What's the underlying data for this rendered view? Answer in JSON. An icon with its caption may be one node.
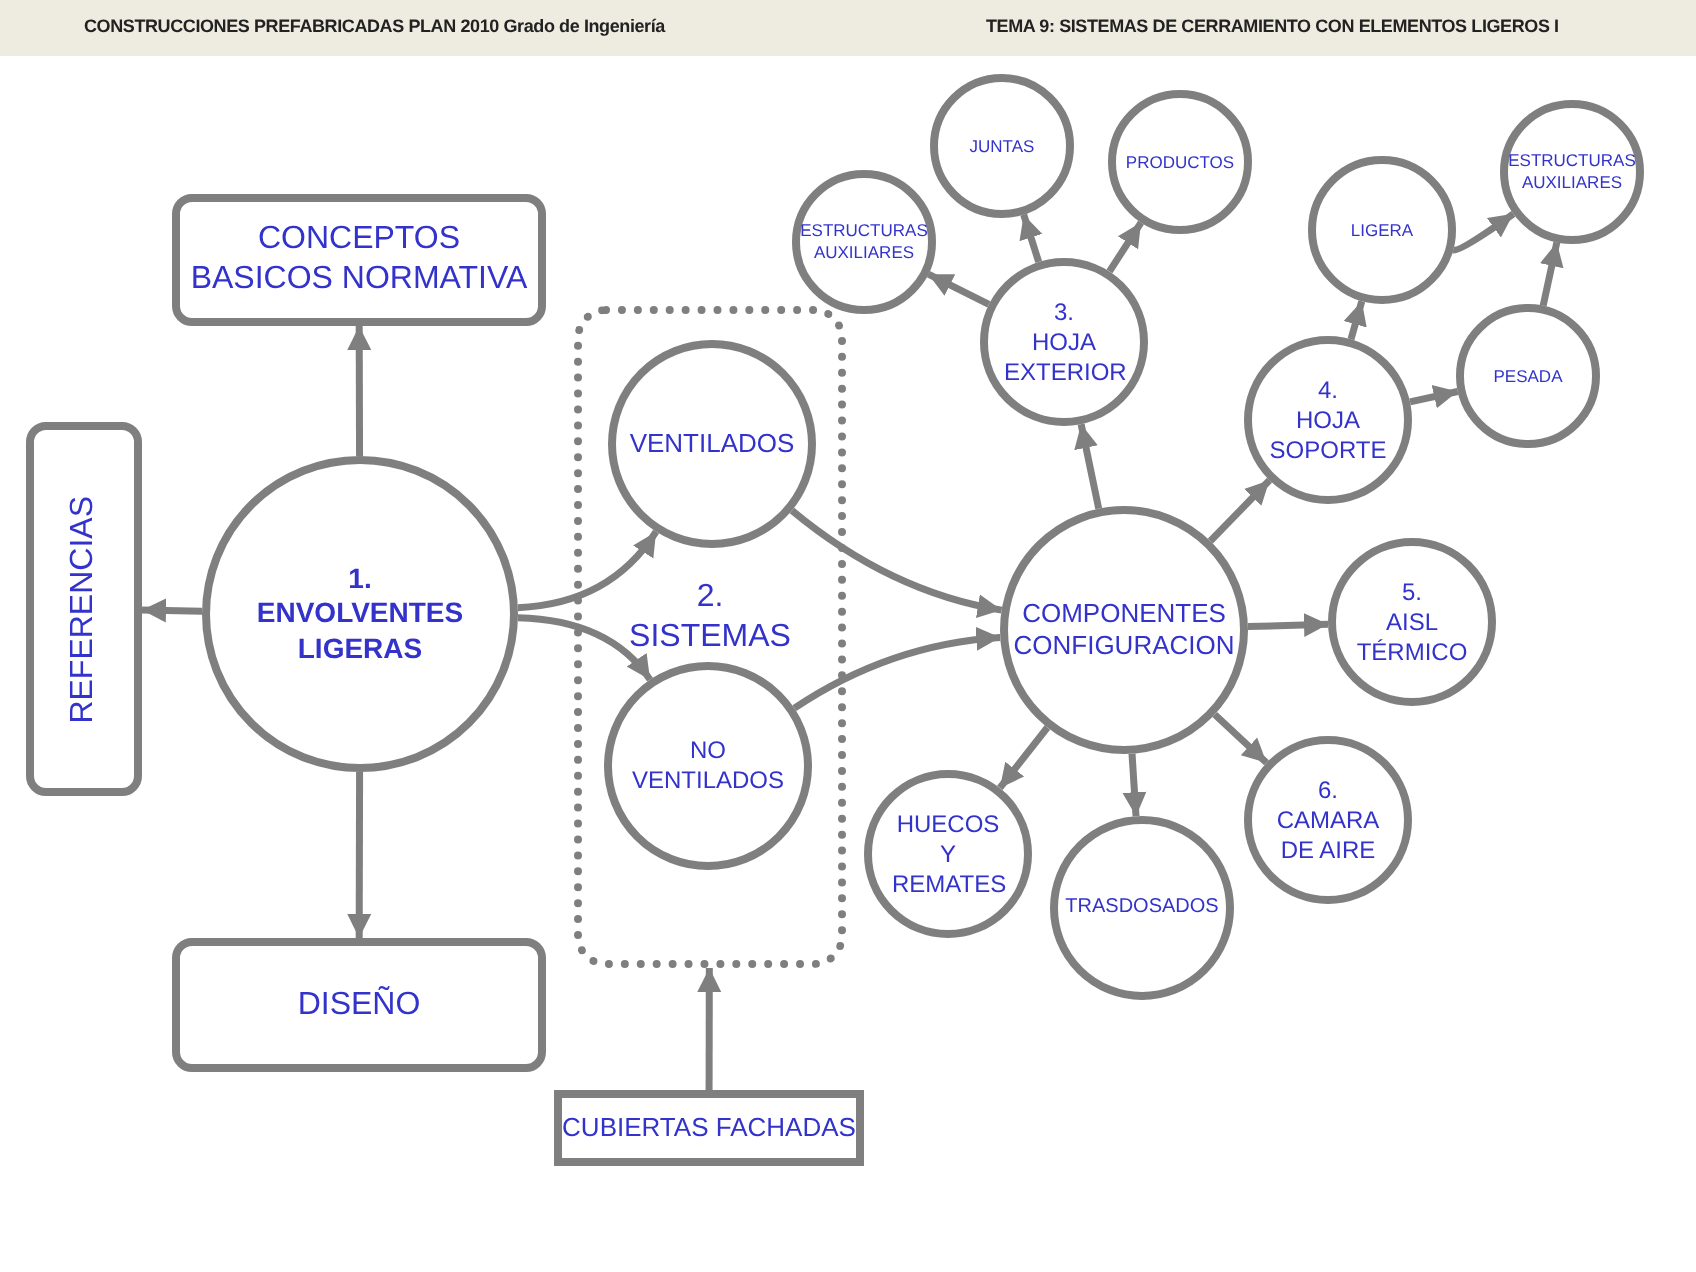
{
  "diagram": {
    "nodes": [
      {
        "text": [
          "CONCEPTOS BASICOS NORMATIVA"
        ]
      },
      {
        "text": [
          "REFERENCIAS"
        ]
      },
      {
        "text": [
          "1.",
          "ENVOLVENTES LIGERAS"
        ]
      },
      {
        "text": [
          "DISEÑO"
        ]
      },
      {
        "text": [
          "2. SISTEMAS"
        ]
      },
      {
        "text": [
          "VENTILADOS"
        ],
        "in": 4
      },
      {
        "text": [
          "NO VENTILADOS"
        ],
        "in": 4
      },
      {
        "text": [
          "CUBIERTAS FACHADAS"
        ]
      },
      {
        "text": [
          "COMPONENTES CONFIGURACION"
        ]
      },
      {
        "text": [
          "3.",
          "HOJA EXTERIOR"
        ]
      },
      {
        "text": [
          "ESTRUCTURAS AUXILIARES"
        ]
      },
      {
        "text": [
          "JUNTAS"
        ]
      },
      {
        "text": [
          "PRODUCTOS"
        ]
      },
      {
        "text": [
          "4.",
          "HOJA SOPORTE"
        ]
      },
      {
        "text": [
          "LIGERA"
        ]
      },
      {
        "text": [
          "ESTRUCTURAS AUXILIARES"
        ]
      },
      {
        "text": [
          "PESADA"
        ]
      },
      {
        "text": [
          "5.",
          "AISL TÉRMICO"
        ]
      },
      {
        "text": [
          "6.",
          "CAMARA DE AIRE"
        ]
      },
      {
        "text": [
          "HUECOS Y REMATES"
        ]
      },
      {
        "text": [
          "TRASDOSADOS"
        ]
      }
    ],
    "edges": [
      {
        "from": 2,
        "to": 0,
        "arrow": "to"
      },
      {
        "from": 2,
        "to": 1,
        "arrow": "to"
      },
      {
        "from": 2,
        "to": 3,
        "arrow": "to"
      },
      {
        "from": 2,
        "to": 5,
        "arrow": "to"
      },
      {
        "from": 2,
        "to": 6,
        "arrow": "to"
      },
      {
        "from": 5,
        "to": 8,
        "arrow": "to"
      },
      {
        "from": 6,
        "to": 8,
        "arrow": "to"
      },
      {
        "from": 7,
        "to": 4,
        "arrow": "to"
      },
      {
        "from": 8,
        "to": 9,
        "arrow": "to"
      },
      {
        "from": 9,
        "to": 10,
        "arrow": "to"
      },
      {
        "from": 9,
        "to": 11,
        "arrow": "to"
      },
      {
        "from": 9,
        "to": 12,
        "arrow": "to"
      },
      {
        "from": 8,
        "to": 13,
        "arrow": "to"
      },
      {
        "from": 13,
        "to": 14,
        "arrow": "to"
      },
      {
        "from": 13,
        "to": 16,
        "arrow": "to"
      },
      {
        "from": 14,
        "to": 15,
        "arrow": "to"
      },
      {
        "from": 16,
        "to": 15,
        "arrow": "to"
      },
      {
        "from": 8,
        "to": 17,
        "arrow": "to"
      },
      {
        "from": 8,
        "to": 18,
        "arrow": "to"
      },
      {
        "from": 8,
        "to": 19,
        "arrow": "to"
      },
      {
        "from": 8,
        "to": 20,
        "arrow": "to"
      }
    ],
    "labels": [
      "CONSTRUCCIONES PREFABRICADAS PLAN 2010 Grado de Ingeniería",
      "TEMA 9: SISTEMAS DE CERRAMIENTO CON ELEMENTOS LIGEROS I"
    ]
  }
}
